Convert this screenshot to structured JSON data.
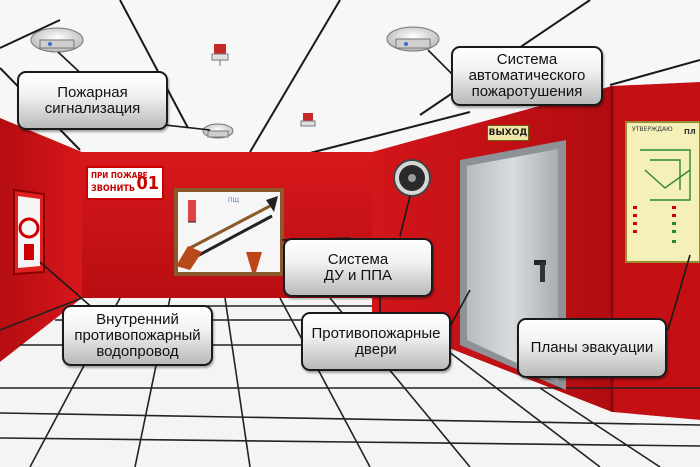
{
  "signs": {
    "exit": "ВЫХОД",
    "fire_line1": "ПРИ ПОЖАРЕ",
    "fire_line2": "ЗВОНИТЬ",
    "fire_number": "01"
  },
  "plan": {
    "small_title": "УТВЕРЖДАЮ",
    "heading": "ПЛ"
  },
  "board": {
    "caption": "ПЩ"
  },
  "callouts": {
    "alarm": "Пожарная\nсигнализация",
    "auto_ext": "Система\nавтоматического\nпожаротушения",
    "smoke": "Система\nДУ и ППА",
    "hydrant": "Внутренний\nпротивопожарный\nводопровод",
    "doors": "Противопожарные\nдвери",
    "plans": "Планы эвакуации"
  },
  "colors": {
    "wall_red": "#d41418",
    "wall_dark": "#a30b0f",
    "ceiling": "#ffffff",
    "grid": "#222222"
  }
}
